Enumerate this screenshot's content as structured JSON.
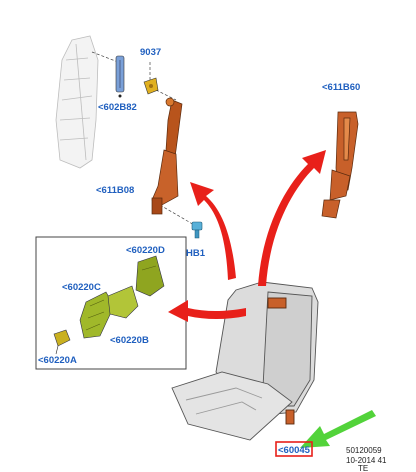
{
  "colors": {
    "label": "#1f5fbf",
    "arrow_red": "#e8201a",
    "arrow_green": "#52d33a",
    "belt": "#b8541c",
    "belt_light": "#d9792f",
    "part_green": "#8fa520",
    "part_yellow": "#e0b020",
    "seat": "#d8d8d8",
    "outline": "#333333",
    "highlight_box": "#e8201a",
    "pillar": "#cfcfcf"
  },
  "labels": {
    "p9037": "9037",
    "p602B82": "<602B82",
    "p611B08": "<611B08",
    "hb1": "HB1",
    "p611B60": "<611B60",
    "p60220D": "<60220D",
    "p60220C": "<60220C",
    "p60220B": "<60220B",
    "p60220A": "<60220A",
    "p60045": "<60045"
  },
  "footer": {
    "ref_number": "50120059",
    "date_code": "10-2014 41",
    "suffix": "TE"
  },
  "icons": {
    "bolt": "bolt-icon",
    "callout_arrow": "arrow-icon"
  }
}
